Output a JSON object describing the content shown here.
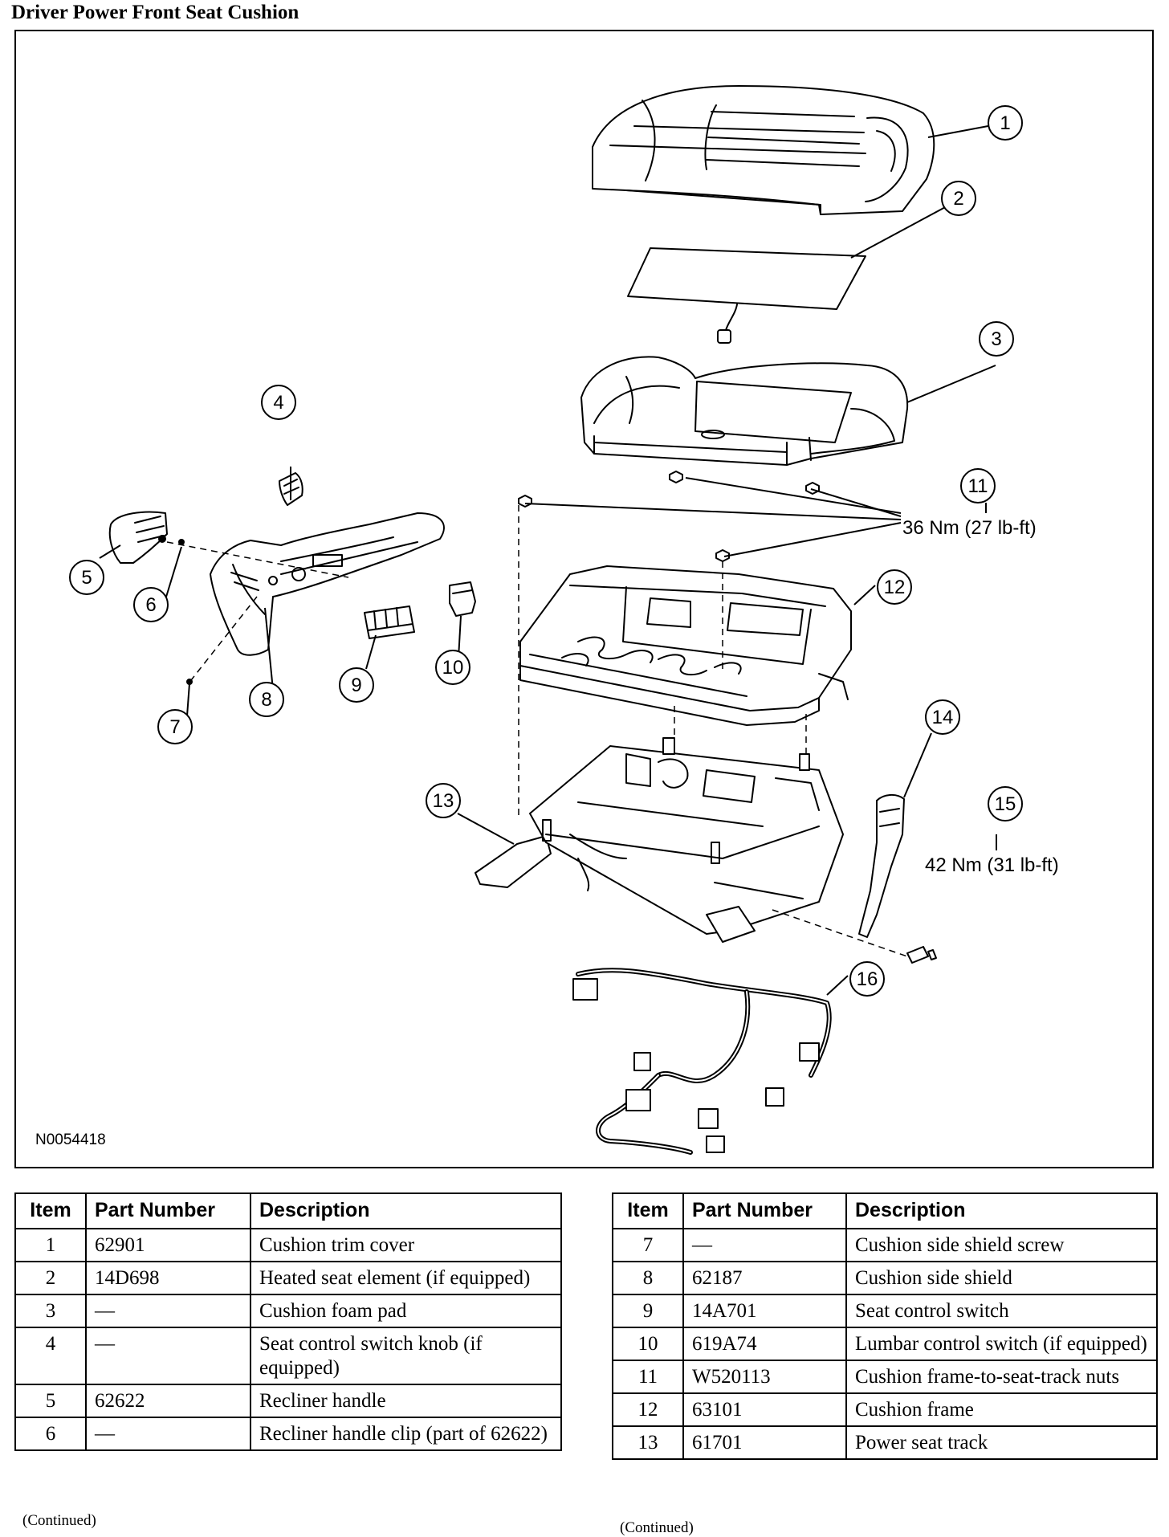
{
  "title": "Driver Power Front Seat Cushion",
  "diagram": {
    "figure_id": "N0054418",
    "callouts": [
      "1",
      "2",
      "3",
      "4",
      "5",
      "6",
      "7",
      "8",
      "9",
      "10",
      "11",
      "12",
      "13",
      "14",
      "15",
      "16"
    ],
    "torques": {
      "item11": "36 Nm (27 lb-ft)",
      "item15": "42 Nm (31 lb-ft)"
    }
  },
  "table_left": {
    "headers": [
      "Item",
      "Part Number",
      "Description"
    ],
    "rows": [
      {
        "item": "1",
        "part": "62901",
        "desc": "Cushion trim cover"
      },
      {
        "item": "2",
        "part": "14D698",
        "desc": "Heated seat element (if equipped)"
      },
      {
        "item": "3",
        "part": "—",
        "desc": "Cushion foam pad"
      },
      {
        "item": "4",
        "part": "—",
        "desc": "Seat control switch knob (if equipped)"
      },
      {
        "item": "5",
        "part": "62622",
        "desc": "Recliner handle"
      },
      {
        "item": "6",
        "part": "—",
        "desc": "Recliner handle clip (part of 62622)"
      }
    ],
    "footnote": "(Continued)"
  },
  "table_right": {
    "headers": [
      "Item",
      "Part Number",
      "Description"
    ],
    "rows": [
      {
        "item": "7",
        "part": "—",
        "desc": "Cushion side shield screw"
      },
      {
        "item": "8",
        "part": "62187",
        "desc": "Cushion side shield"
      },
      {
        "item": "9",
        "part": "14A701",
        "desc": "Seat control switch"
      },
      {
        "item": "10",
        "part": "619A74",
        "desc": "Lumbar control switch (if equipped)"
      },
      {
        "item": "11",
        "part": "W520113",
        "desc": "Cushion frame-to-seat-track nuts"
      },
      {
        "item": "12",
        "part": "63101",
        "desc": "Cushion frame"
      },
      {
        "item": "13",
        "part": "61701",
        "desc": "Power seat track"
      }
    ],
    "footnote": "(Continued)"
  }
}
